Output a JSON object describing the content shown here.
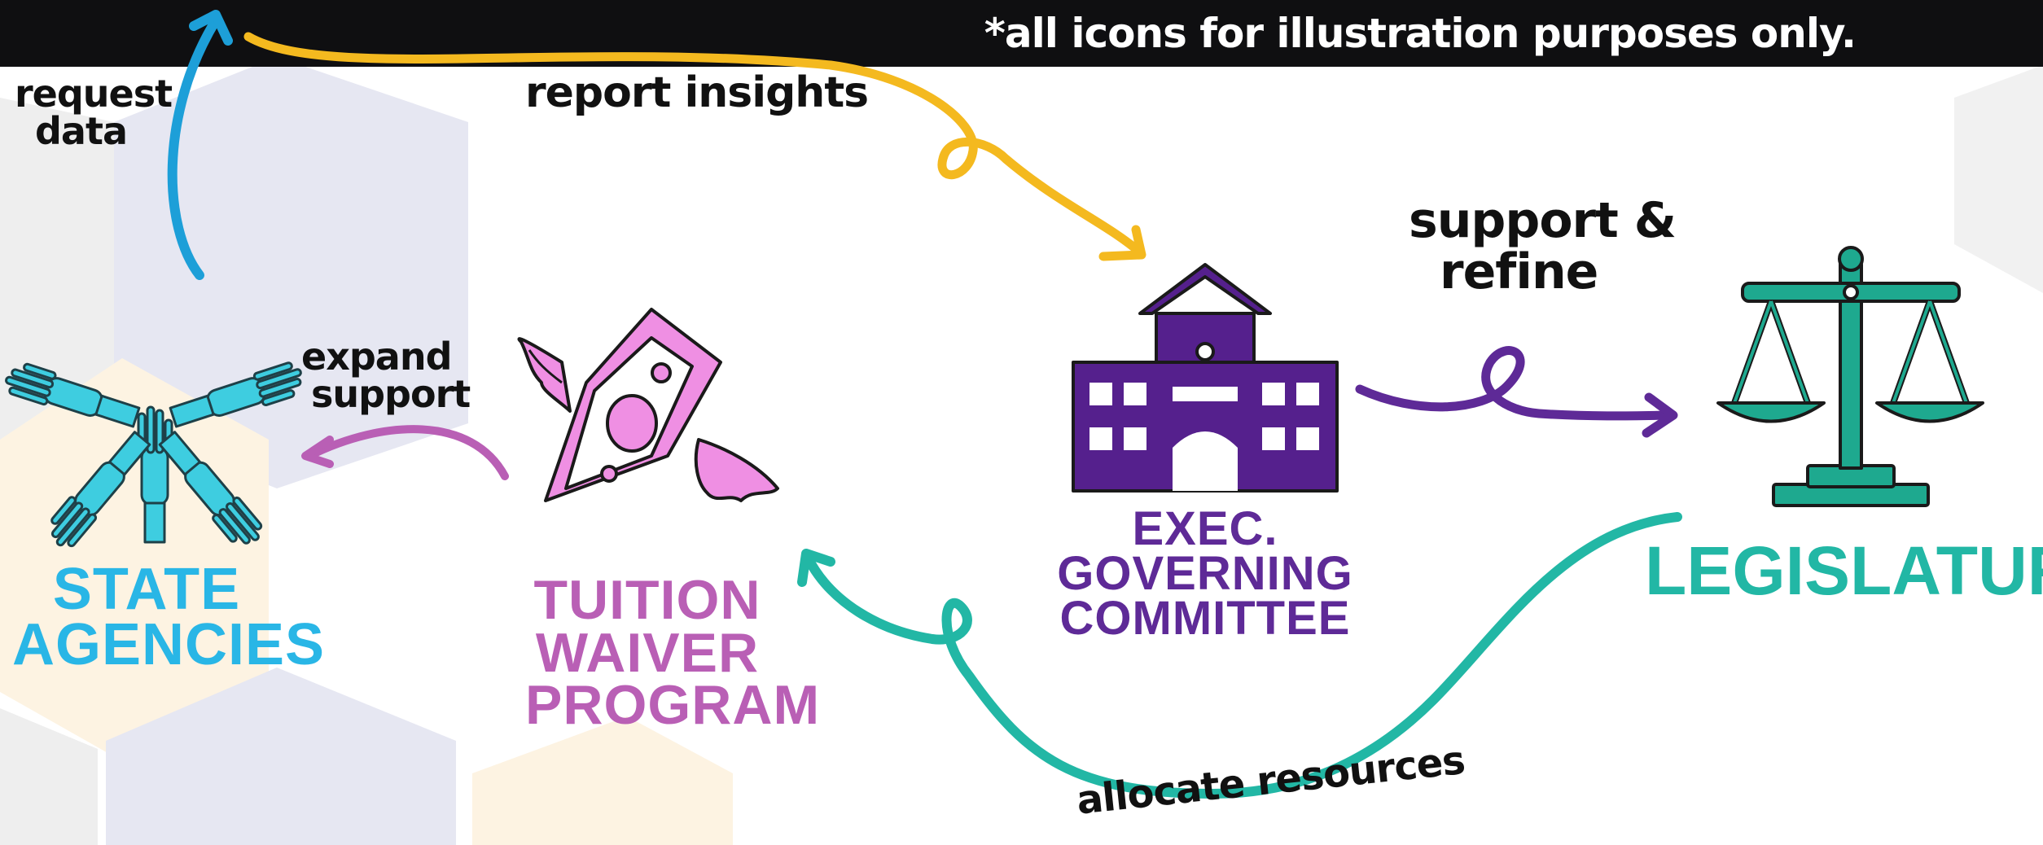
{
  "disclaimer": "*all icons for illustration purposes only.",
  "nodes": {
    "state_agencies": {
      "lines": [
        "STATE",
        "AGENCIES"
      ],
      "color": "#29b6e6"
    },
    "tuition_waiver_program": {
      "lines": [
        "TUITION",
        "WAIVER",
        "PROGRAM"
      ],
      "color": "#b95fb5"
    },
    "exec_governing_committee": {
      "lines": [
        "EXEC. GOVERNING",
        "COMMITTEE"
      ],
      "color": "#5e2a97"
    },
    "legislature": {
      "lines": [
        "LEGISLATURE"
      ],
      "color": "#22b7a5"
    }
  },
  "edges": {
    "request_data": {
      "lines": [
        "request",
        "data"
      ],
      "color": "#1d9fd8"
    },
    "report_insights": {
      "lines": [
        "report insights"
      ],
      "color": "#f4b91f"
    },
    "support_refine": {
      "lines": [
        "support &",
        "refine"
      ],
      "color": "#5e2a97"
    },
    "expand_support": {
      "lines": [
        "expand",
        "support"
      ],
      "color": "#b95fb5"
    },
    "allocate_resources": {
      "lines": [
        "allocate resources"
      ],
      "color": "#22b7a5"
    }
  },
  "icons": {
    "state_agencies": "hands-circle-icon",
    "tuition_waiver_program": "flying-money-icon",
    "exec_governing_committee": "government-building-icon",
    "legislature": "scales-of-justice-icon"
  }
}
